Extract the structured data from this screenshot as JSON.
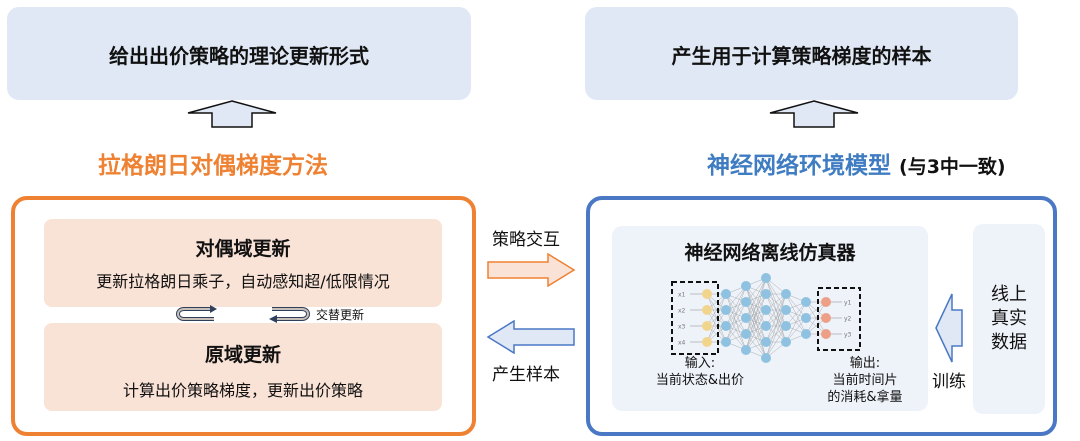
{
  "top_boxes": {
    "left": "给出出价策略的理论更新形式",
    "right": "产生用于计算策略梯度的样本"
  },
  "sections": {
    "left_title": "拉格朗日对偶梯度方法",
    "right_title": "神经网络环境模型",
    "right_title_suffix": "(与3中一致)"
  },
  "left_frame": {
    "dual": {
      "title": "对偶域更新",
      "subtitle": "更新拉格朗日乘子，自动感知超/低限情况"
    },
    "primal": {
      "title": "原域更新",
      "subtitle": "计算出价策略梯度，更新出价策略"
    },
    "alternate_label": "交替更新"
  },
  "middle": {
    "interact_label": "策略交互",
    "samples_label": "产生样本"
  },
  "right_frame": {
    "simulator_title": "神经网络离线仿真器",
    "nn": {
      "inputs": [
        "x1",
        "x2",
        "x3",
        "x4"
      ],
      "outputs": [
        "y1",
        "y2",
        "y3"
      ],
      "hidden_layers": [
        4,
        5,
        6,
        4,
        3
      ]
    },
    "input_caption": [
      "输入:",
      "当前状态&出价"
    ],
    "output_caption": [
      "输出:",
      "当前时间片",
      "的消耗&拿量"
    ],
    "train_label": "训练",
    "data_label": "线上真实数据"
  },
  "colors": {
    "orange": "#ee8132",
    "blue": "#4a78c5",
    "top_box_bg": "#dfe8f4",
    "peach": "#f9e2d6",
    "input_node": "#f2d58c",
    "hidden_node": "#8ec2e0",
    "output_node": "#ee9f88"
  }
}
